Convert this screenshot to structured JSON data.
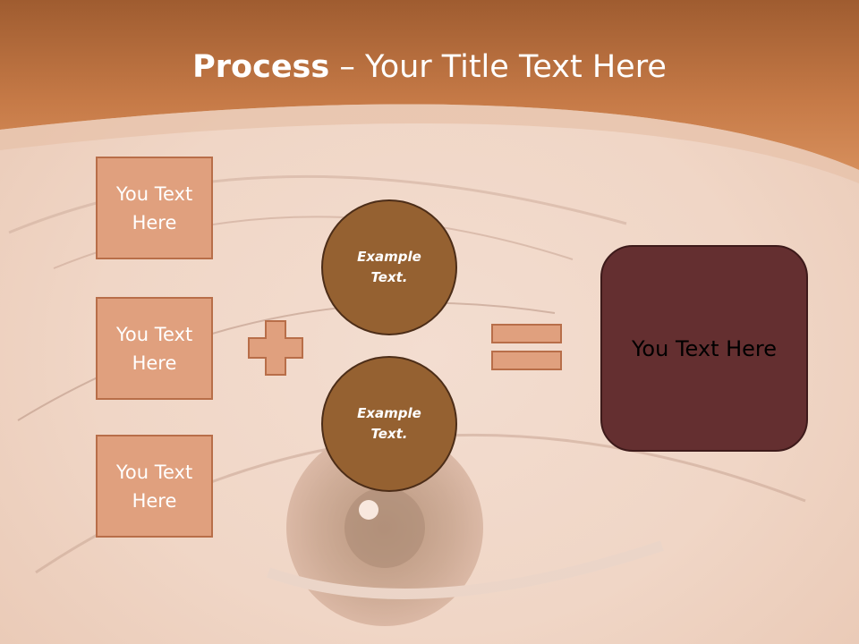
{
  "title": {
    "bold": "Process",
    "rest": " – Your Title Text Here"
  },
  "left_boxes": [
    {
      "text": "You Text Here"
    },
    {
      "text": "You Text Here"
    },
    {
      "text": "You Text Here"
    }
  ],
  "circles": [
    {
      "text": "Example Text."
    },
    {
      "text": "Example Text."
    }
  ],
  "result": {
    "text": "You Text Here"
  },
  "colors": {
    "header": "#c9774a",
    "box_fill": "#e0a07e",
    "circle_fill": "#956131",
    "result_fill": "#642f30"
  },
  "icons": {
    "plus": "plus-icon",
    "equals": "equals-icon"
  }
}
